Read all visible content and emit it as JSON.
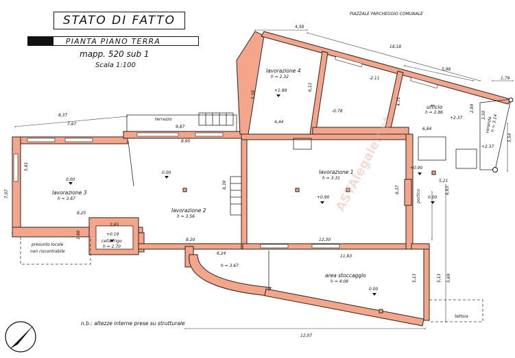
{
  "header": {
    "title": "STATO DI FATTO",
    "subtitle": "PIANTA PIANO TERRA",
    "mapp": "mapp. 520 sub 1",
    "scale": "Scala 1:100",
    "parking": "PIAZZALE PARCHEGGIO COMUNALE"
  },
  "rooms": {
    "lav1": {
      "name": "lavorazione 1",
      "h": "h = 3.31",
      "level": "+0.90"
    },
    "lav2": {
      "name": "lavorazione 2",
      "h": "h = 3.56",
      "level": "0.00"
    },
    "lav3": {
      "name": "lavorazione 3",
      "h": "h = 3.67",
      "level": "0.00"
    },
    "lav4": {
      "name": "lavorazione 4",
      "h": "h = 2.32",
      "level": "+1.89"
    },
    "ufficio": {
      "name": "ufficio",
      "h": "h = 2.86",
      "level": "+2.37"
    },
    "veranda": {
      "name": "veranda",
      "h": "h = 3.14"
    },
    "cella": {
      "name": "cella frigo",
      "h": "h = 2.70",
      "level": "+0.19"
    },
    "stoccaggio": {
      "name": "area stoccaggio",
      "h": "h = 4.09",
      "level": "0.00"
    },
    "portico": {
      "name": "portico",
      "level": "0.00"
    },
    "curved": {
      "h": "h = 3.67"
    },
    "terrazzo": {
      "name": "terrazzo"
    },
    "tettoia": {
      "name": "tettoia"
    },
    "presunto": {
      "line1": "presunto locale",
      "line2": "non riscontrabile"
    }
  },
  "levels": {
    "l1": "-2.11",
    "l2": "-0.78",
    "l3": "+0.90",
    "l4": "+2.37"
  },
  "dimensions": {
    "d_458": "4,58",
    "d_1818": "18,18",
    "d_598": "5,98",
    "d_179": "1,79",
    "d_837": "8,37",
    "d_767": "7,67",
    "d_987": "9,87",
    "d_895": "8,95",
    "d_444": "4,44",
    "d_684": "6,84",
    "d_612": "6,12",
    "d_558": "5,58",
    "d_471": "4,71",
    "d_289": "2,89",
    "d_350": "3,50",
    "d_554": "5,54",
    "d_521": "5,21",
    "d_707": "7,07",
    "d_581": "5,81",
    "d_825": "8,25",
    "d_265": "2,65",
    "d_188": "1,88",
    "d_820": "8,20",
    "d_839": "8,39",
    "d_624": "6,24",
    "d_1230": "12,30",
    "d_1193": "11,93",
    "d_837b": "8,37",
    "d_863": "8,63",
    "d_513": "5,13",
    "d_513b": "5,13",
    "d_569": "5,69",
    "d_1207": "12,07"
  },
  "note": "n.b.: altezze interne prese su strutturale",
  "watermark": "ASTAlegale.net",
  "colors": {
    "wall_fill": "#f4a58a",
    "line": "#111111"
  }
}
